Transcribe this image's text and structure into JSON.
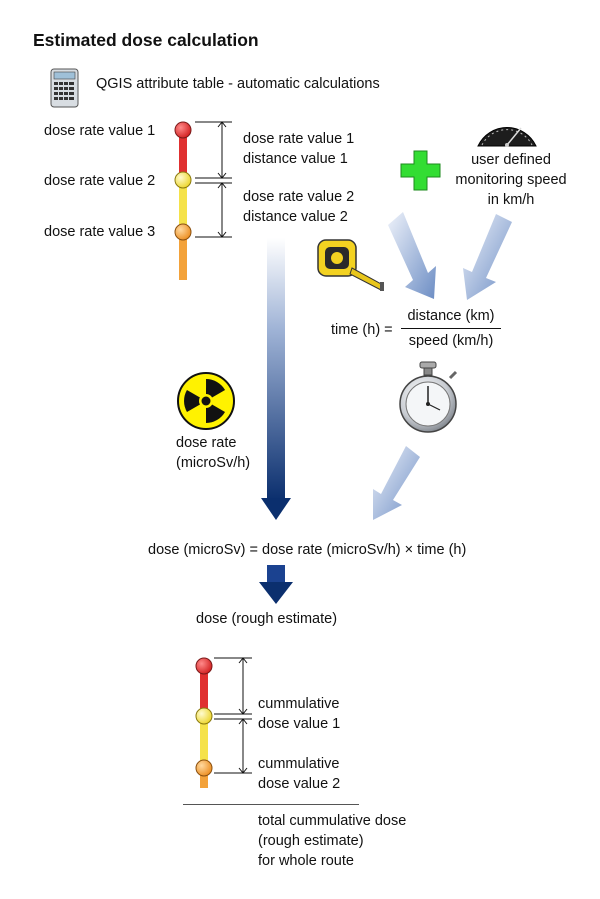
{
  "title": "Estimated dose calculation",
  "qgis_label": "QGIS attribute table - automatic calculations",
  "route_top": {
    "points": [
      "dose rate value 1",
      "dose rate value 2",
      "dose rate value 3"
    ],
    "segment1": [
      "dose rate value 1",
      "distance value 1"
    ],
    "segment2": [
      "dose rate value 2",
      "distance value 2"
    ]
  },
  "speed_label": [
    "user defined",
    "monitoring speed",
    "in km/h"
  ],
  "time_formula": {
    "lhs": "time (h) =",
    "numerator": "distance (km)",
    "denominator": "speed (km/h)"
  },
  "dose_rate_label": [
    "dose rate",
    "(microSv/h)"
  ],
  "dose_formula": "dose (microSv) = dose rate (microSv/h) × time (h)",
  "dose_estimate": "dose (rough estimate)",
  "route_bottom": {
    "segment1": [
      "cummulative",
      "dose value 1"
    ],
    "segment2": [
      "cummulative",
      "dose value 2"
    ]
  },
  "total_label": [
    "total cummulative dose",
    "(rough estimate)",
    "for whole route"
  ],
  "colors": {
    "red": "#e03030",
    "yellow": "#f5e24a",
    "orange": "#f3a23a",
    "plus_green": "#33dd33",
    "arrow_dark": "#0b2f6e",
    "arrow_light": "#7f9ccb"
  },
  "icons": [
    "calculator-icon",
    "speedometer-icon",
    "plus-icon",
    "tape-measure-icon",
    "stopwatch-icon",
    "radiation-icon"
  ]
}
